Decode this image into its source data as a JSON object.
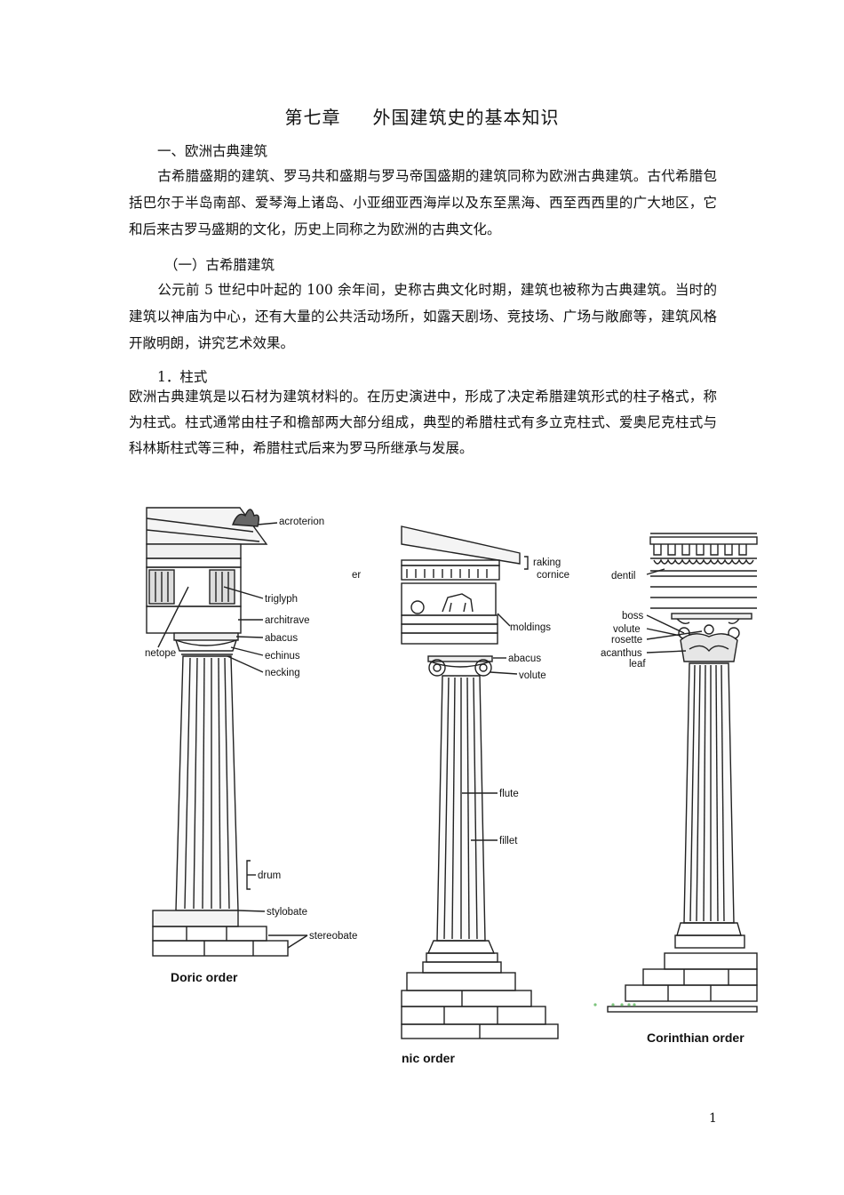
{
  "document": {
    "chapter_title": {
      "chapter": "第七章",
      "subject": "外国建筑史的基本知识"
    },
    "section1_heading": "一、欧洲古典建筑",
    "section1_paragraph": "古希腊盛期的建筑、罗马共和盛期与罗马帝国盛期的建筑同称为欧洲古典建筑。古代希腊包括巴尔于半岛南部、爱琴海上诸岛、小亚细亚西海岸以及东至黑海、西至西西里的广大地区，它和后来古罗马盛期的文化，历史上同称之为欧洲的古典文化。",
    "subsection_heading": "（一）古希腊建筑",
    "subsection_paragraph": "公元前 5 世纪中叶起的 100 余年间，史称古典文化时期，建筑也被称为古典建筑。当时的建筑以神庙为中心，还有大量的公共活动场所，如露天剧场、竞技场、广场与敞廊等，建筑风格开敞明朗，讲究艺术效果。",
    "item_heading": "1．柱式",
    "item_paragraph": "欧洲古典建筑是以石材为建筑材料的。在历史演进中，形成了决定希腊建筑形式的柱子格式，称为柱式。柱式通常由柱子和檐部两大部分组成，典型的希腊柱式有多立克柱式、爱奥尼克柱式与科林斯柱式等三种，希腊柱式后来为罗马所继承与发展。",
    "page_number": "1"
  },
  "figure": {
    "doric": {
      "caption": "Doric order",
      "labels": {
        "acroterion": "acroterion",
        "triglyph": "triglyph",
        "architrave": "architrave",
        "abacus": "abacus",
        "echinus": "echinus",
        "necking": "necking",
        "metope": "netope",
        "drum": "drum",
        "stylobate": "stylobate",
        "stereobate": "stereobate"
      },
      "fragment": "er"
    },
    "ionic": {
      "caption": "nic order",
      "labels": {
        "raking_line1": "raking",
        "raking_line2": "cornice",
        "moldings": "moldings",
        "abacus": "abacus",
        "volute": "volute",
        "flute": "flute",
        "fillet": "fillet"
      }
    },
    "corinthian": {
      "caption": "Corinthian order",
      "labels": {
        "dentil": "dentil",
        "boss": "boss",
        "volute": "volute",
        "rosette": "rosette",
        "acanthus_line1": "acanthus",
        "acanthus_line2": "leaf"
      }
    }
  }
}
